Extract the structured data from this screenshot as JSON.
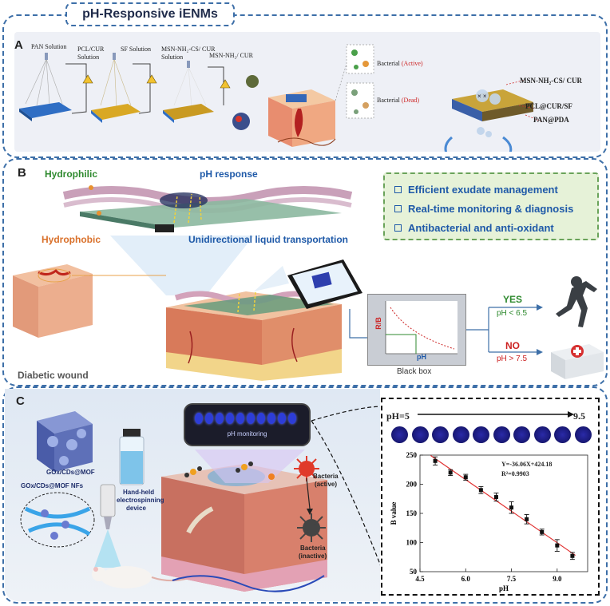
{
  "title": "pH-Responsive iENMs",
  "panels": [
    "A",
    "B",
    "C"
  ],
  "panel_a": {
    "pan_solution": "PAN Solution",
    "pcl_cur_solution": [
      "PCL/CUR",
      "Solution"
    ],
    "sf_solution": "SF Solution",
    "msn_cs_cur_solution": [
      "MSN-NH₂-CS/ CUR",
      "Solution"
    ],
    "msn_cur": "MSN-NH₂/ CUR",
    "bacterial": "Bacterial",
    "active": "(Active)",
    "dead": "(Dead)",
    "layer_top": "MSN-NH₂-CS/ CUR",
    "layer_mid": "PCL@CUR/SF",
    "layer_bottom": "PAN@PDA"
  },
  "panel_b": {
    "hydrophilic": "Hydrophilic",
    "ph_response": "pH response",
    "hydrophobic": "Hydrophobic",
    "unidirectional": "Unidirectional liquid transportation",
    "features": [
      "Efficient exudate management",
      "Real-time monitoring & diagnosis",
      "Antibacterial and anti-oxidant"
    ],
    "diabetic_wound": "Diabetic wound",
    "rb_axis": "R/B",
    "ph_axis": "pH",
    "black_box": "Black box",
    "yes": "YES",
    "yes_cond": "pH < 6.5",
    "no": "NO",
    "no_cond": "pH > 7.5"
  },
  "panel_c": {
    "gox_cds_mof": "GOx/CDs@MOF",
    "gox_cds_mof_nfs": "GOx/CDs@MOF NFs",
    "device": [
      "Hand-held",
      "electrospinning",
      "device"
    ],
    "ph_monitoring": "pH monitoring",
    "bacteria_active": [
      "Bacteria",
      "(active)"
    ],
    "bacteria_inactive": [
      "Bacteria",
      "(inactive)"
    ],
    "ph_start": "pH=5",
    "ph_end": "9.5"
  },
  "colors": {
    "frame": "#3d6fa8",
    "blue_text": "#1e59a8",
    "green_text": "#2f8a2f",
    "orange_text": "#d9702a",
    "red_text": "#cc2222",
    "fit_line": "#e03030"
  },
  "chart_data": {
    "type": "scatter",
    "equation": "Y=-36.06X+424.18",
    "r_squared": "R²=0.9903",
    "xlabel": "pH",
    "ylabel": "B value",
    "xlim": [
      4.5,
      10
    ],
    "ylim": [
      50,
      250
    ],
    "xticks": [
      "4.5",
      "6.0",
      "7.5",
      "9.0"
    ],
    "yticks": [
      "50",
      "100",
      "150",
      "200",
      "250"
    ],
    "x": [
      5.0,
      5.5,
      6.0,
      6.5,
      7.0,
      7.5,
      8.0,
      8.5,
      9.0,
      9.5
    ],
    "y": [
      240,
      220,
      212,
      190,
      178,
      160,
      140,
      118,
      95,
      77
    ],
    "err": [
      7,
      5,
      5,
      6,
      7,
      10,
      8,
      5,
      10,
      6
    ],
    "fit": {
      "slope": -36.06,
      "intercept": 424.18
    }
  }
}
